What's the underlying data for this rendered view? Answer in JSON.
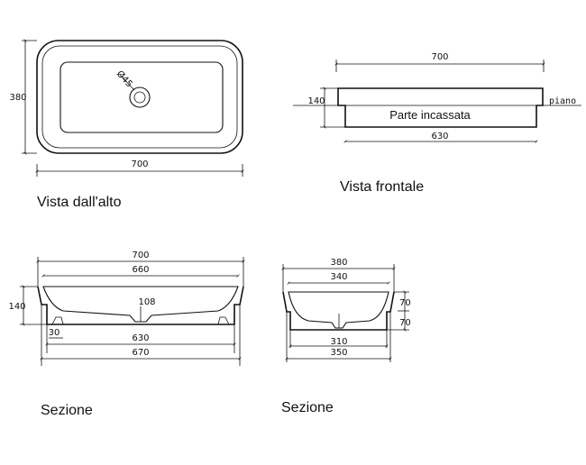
{
  "top_view": {
    "title": "Vista dall'alto",
    "width": "700",
    "depth": "380",
    "hole": "Ø45"
  },
  "front_view": {
    "title": "Vista frontale",
    "width": "700",
    "height": "140",
    "embedded_label": "Parte incassata",
    "embedded_width": "630",
    "counter_label": "piano"
  },
  "long_section": {
    "title": "Sezione",
    "outer": "700",
    "inner": "660",
    "drain": "108",
    "height": "140",
    "lip": "30",
    "base": "630",
    "bottom": "670"
  },
  "cross_section": {
    "title": "Sezione",
    "outer": "380",
    "inner": "340",
    "base": "310",
    "bottom": "350",
    "upper": "70",
    "lower": "70"
  }
}
